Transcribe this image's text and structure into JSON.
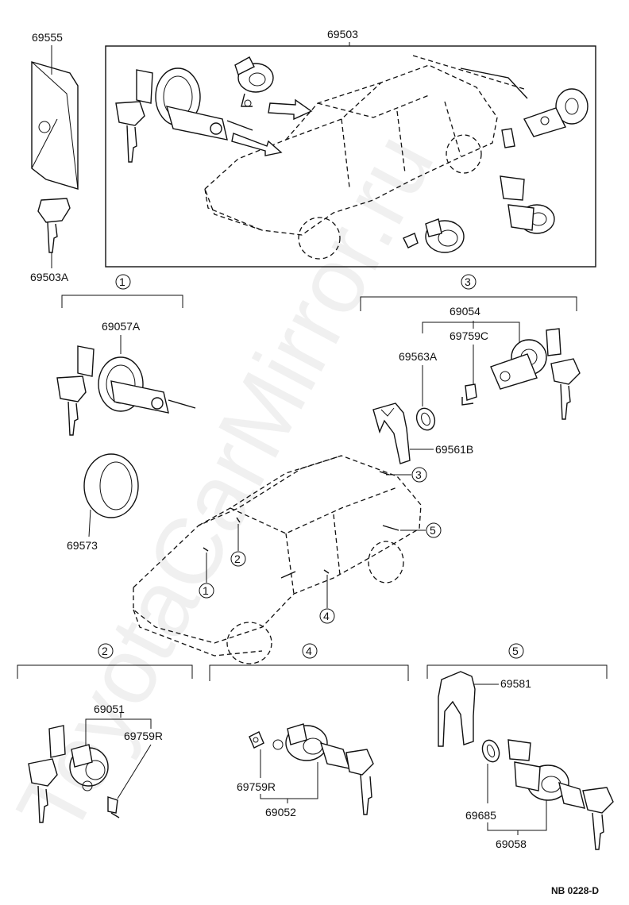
{
  "watermark": "ToyotaCarMirror.ru",
  "overview": {
    "assembly_label": "69503",
    "key_case_label": "69555",
    "master_key_label": "69503A"
  },
  "group1": {
    "marker": "1",
    "cylinder_label": "69057A",
    "bezel_label": "69573"
  },
  "group2": {
    "marker": "2",
    "set_label": "69051",
    "retainer_label": "69759R"
  },
  "group3": {
    "marker": "3",
    "set_label": "69054",
    "retainer_label": "69759C",
    "pad_label": "69563A",
    "cover_label": "69561B"
  },
  "group4": {
    "marker": "4",
    "retainer_label": "69759R",
    "set_label": "69052"
  },
  "group5": {
    "marker": "5",
    "cover_label": "69581",
    "pad_label": "69685",
    "set_label": "69058"
  },
  "car_callouts": [
    "1",
    "2",
    "3",
    "4",
    "5"
  ],
  "drawing_number": "NB 0228-D"
}
